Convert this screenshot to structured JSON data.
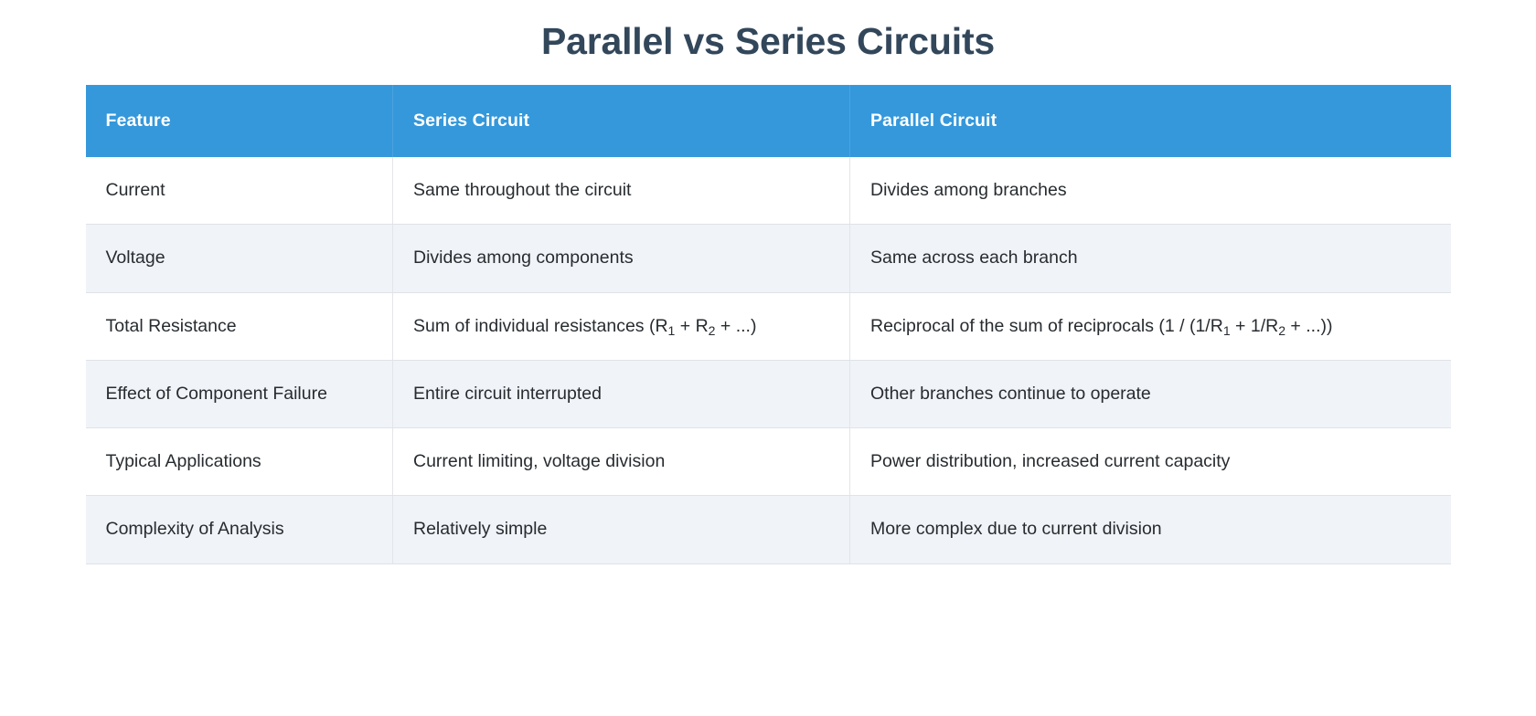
{
  "page": {
    "title": "Parallel vs Series Circuits",
    "background_color": "#ffffff",
    "title_color": "#33475b"
  },
  "table": {
    "header_background": "#3498db",
    "header_text_color": "#ffffff",
    "row_alt_background": "#f0f3f7",
    "row_background": "#ffffff",
    "border_color": "#dfe3e7",
    "columns": [
      {
        "label": "Feature"
      },
      {
        "label": "Series Circuit"
      },
      {
        "label": "Parallel Circuit"
      }
    ],
    "rows": [
      {
        "feature": "Current",
        "series": "Same throughout the circuit",
        "parallel": "Divides among branches"
      },
      {
        "feature": "Voltage",
        "series": "Divides among components",
        "parallel": "Same across each branch"
      },
      {
        "feature": "Total Resistance",
        "series": "Sum of individual resistances (R<sub>1</sub> + R<sub>2</sub> + ...)",
        "parallel": "Reciprocal of the sum of reciprocals (1 / (1/R<sub>1</sub> + 1/R<sub>2</sub> + ...))",
        "series_html": true,
        "parallel_html": true
      },
      {
        "feature": "Effect of Component Failure",
        "series": "Entire circuit interrupted",
        "parallel": "Other branches continue to operate"
      },
      {
        "feature": "Typical Applications",
        "series": "Current limiting, voltage division",
        "parallel": "Power distribution, increased current capacity"
      },
      {
        "feature": "Complexity of Analysis",
        "series": "Relatively simple",
        "parallel": "More complex due to current division"
      }
    ]
  }
}
